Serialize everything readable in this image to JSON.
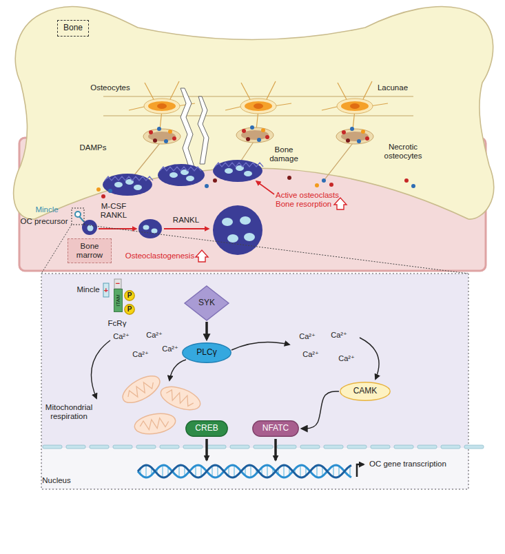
{
  "diagram": {
    "nodes": [
      {
        "text": [
          "Bone"
        ]
      },
      {
        "text": [
          "Bone marrow"
        ]
      },
      {
        "text": [
          "ITAM"
        ]
      },
      {
        "text": [
          "P"
        ]
      },
      {
        "text": [
          "P"
        ]
      },
      {
        "text": [
          "SYK"
        ]
      },
      {
        "text": [
          "PLCγ"
        ]
      },
      {
        "text": [
          "CAMK"
        ]
      },
      {
        "text": [
          "CREB"
        ]
      },
      {
        "text": [
          "NFATC"
        ]
      }
    ],
    "edges": [
      {
        "from": 5,
        "to": 6,
        "arrow": "to"
      },
      {
        "from": 7,
        "to": 9,
        "arrow": "to"
      }
    ],
    "labels": [
      "Osteocytes",
      "Lacunae",
      "DAMPs",
      "Bone damage",
      "Necrotic osteocytes",
      "Active osteoclasts Bone resorption",
      "Mincle",
      "M-CSF RANKL",
      "OC precursor",
      "RANKL",
      "Osteoclastogenesis",
      "Mincle",
      "+",
      "−",
      "FcRγ",
      "Ca²⁺",
      "Ca²⁺",
      "Ca²⁺",
      "Ca²⁺",
      "Ca²⁺",
      "Ca²⁺",
      "Ca²⁺",
      "Ca²⁺",
      "Mitochondrial respiration",
      "OC gene transcription",
      "Nucleus"
    ]
  }
}
